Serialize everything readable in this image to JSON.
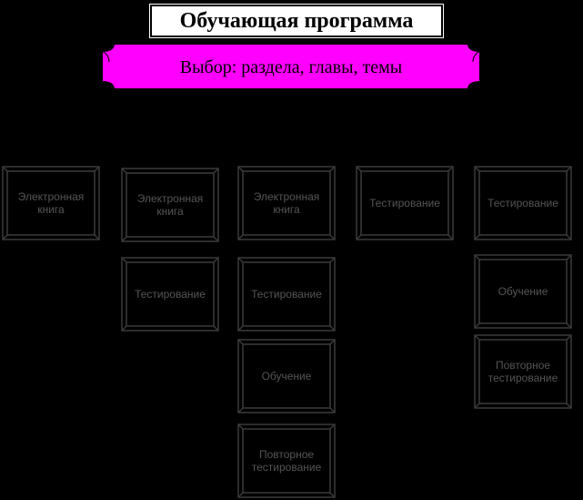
{
  "title": "Обучающая программа",
  "banner": "Выбор: раздела, главы, темы",
  "colors": {
    "background": "#000000",
    "banner": "#ff00ff",
    "node_border": "#3a3a3a",
    "node_text": "#555555"
  },
  "columns": [
    {
      "items": [
        "Электронная книга"
      ]
    },
    {
      "items": [
        "Электронная книга",
        "Тестирование"
      ]
    },
    {
      "items": [
        "Электронная книга",
        "Тестирование",
        "Обучение",
        "Повторное тестирование"
      ]
    },
    {
      "items": [
        "Тестирование"
      ]
    },
    {
      "items": [
        "Тестирование",
        "Обучение",
        "Повторное тестирование"
      ]
    }
  ]
}
